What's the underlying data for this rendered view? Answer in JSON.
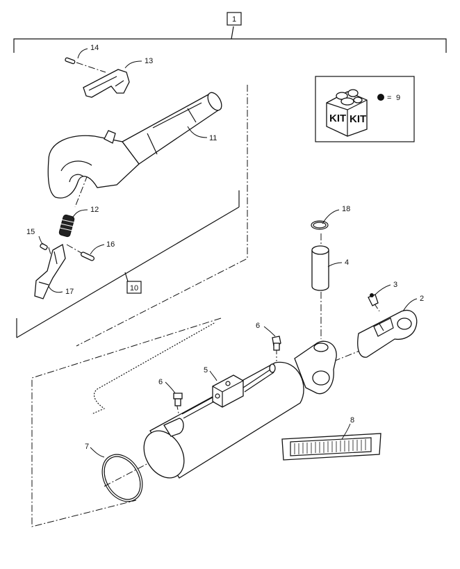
{
  "assembly_label": "1",
  "subassembly_label": "10",
  "kit": {
    "word_left": "KIT",
    "word_right": "KIT",
    "legend_value": "9",
    "legend_symbol": "="
  },
  "callouts": {
    "c2": "2",
    "c3": "3",
    "c4": "4",
    "c5": "5",
    "c6a": "6",
    "c6b": "6",
    "c7": "7",
    "c8": "8",
    "c11": "11",
    "c12": "12",
    "c13": "13",
    "c14": "14",
    "c15": "15",
    "c16": "16",
    "c17": "17",
    "c18": "18"
  }
}
